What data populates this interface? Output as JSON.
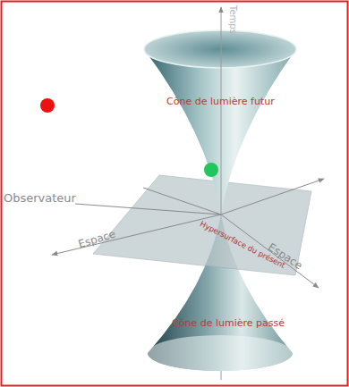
{
  "diagram": {
    "labels": [
      "Temps",
      "Cône de lumière futur",
      "Observateur",
      "Espace",
      "Espace",
      "Hypersurface du présent",
      "Cône de lumière passé"
    ]
  }
}
